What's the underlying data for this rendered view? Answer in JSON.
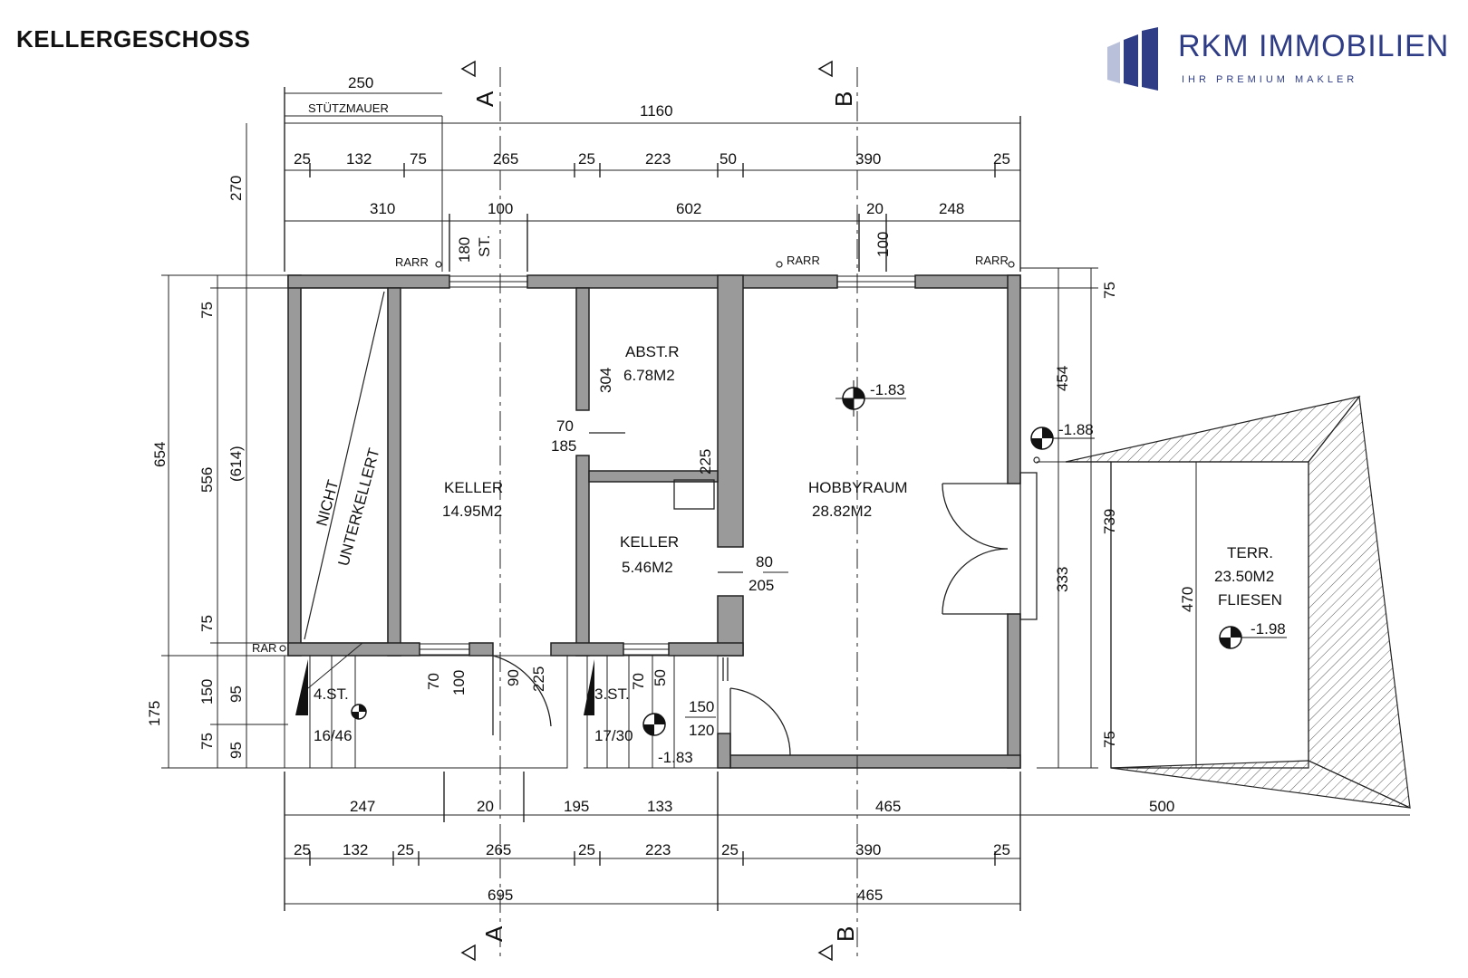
{
  "title": "KELLERGESCHOSS",
  "logo": {
    "name": "RKM IMMOBILIEN",
    "slogan": "IHR PREMIUM MAKLER",
    "mark_icon": "building-bars-icon",
    "colors": {
      "primary": "#2f3d86",
      "light": "#b9c0da"
    }
  },
  "colors": {
    "wall": "#9a9a9a",
    "line": "#111111",
    "background": "#ffffff"
  },
  "rooms": [
    {
      "id": "keller1",
      "name": "KELLER",
      "area": "14.95M2"
    },
    {
      "id": "abstr",
      "name": "ABST.R",
      "area": "6.78M2"
    },
    {
      "id": "keller2",
      "name": "KELLER",
      "area": "5.46M2"
    },
    {
      "id": "hobby",
      "name": "HOBBYRAUM",
      "area": "28.82M2"
    },
    {
      "id": "terr",
      "name": "TERR.",
      "area": "23.50M2",
      "finish": "FLIESEN"
    },
    {
      "id": "nicht",
      "line1": "NICHT",
      "line2": "UNTERKELLERT"
    }
  ],
  "sections": {
    "a": "A",
    "b": "B"
  },
  "labels": {
    "stuetzmauer": "STÜTZMAUER",
    "rarr": "RARR",
    "rar": "RAR",
    "st": "ST.",
    "stair1": "4.ST.",
    "stair1_ratio": "16/46",
    "stair2": "3.ST.",
    "stair2_ratio": "17/30"
  },
  "levels": {
    "hobby": "-1.83",
    "door": "-1.88",
    "terr": "-1.98",
    "stair": "-1.83"
  },
  "dims": {
    "top0": "250",
    "top1": "1160",
    "top2": [
      "25",
      "132",
      "75",
      "265",
      "25",
      "223",
      "50",
      "390",
      "25"
    ],
    "top3": [
      "310",
      "100",
      "602",
      "20",
      "248"
    ],
    "bot1": [
      "247",
      "20",
      "195",
      "133",
      "465",
      "500"
    ],
    "bot2": [
      "25",
      "132",
      "25",
      "265",
      "25",
      "223",
      "25",
      "390",
      "25"
    ],
    "bot3": [
      "695",
      "465"
    ],
    "left": [
      "270",
      "654",
      "75",
      "556",
      "(614)",
      "75",
      "150",
      "95",
      "175",
      "75",
      "95"
    ],
    "right": [
      "75",
      "454",
      "739",
      "333",
      "75",
      "470"
    ],
    "openings": [
      "180",
      "100",
      "304",
      "70",
      "185",
      "225",
      "80",
      "205",
      "70",
      "100",
      "90",
      "225",
      "70",
      "50",
      "150",
      "120"
    ]
  }
}
